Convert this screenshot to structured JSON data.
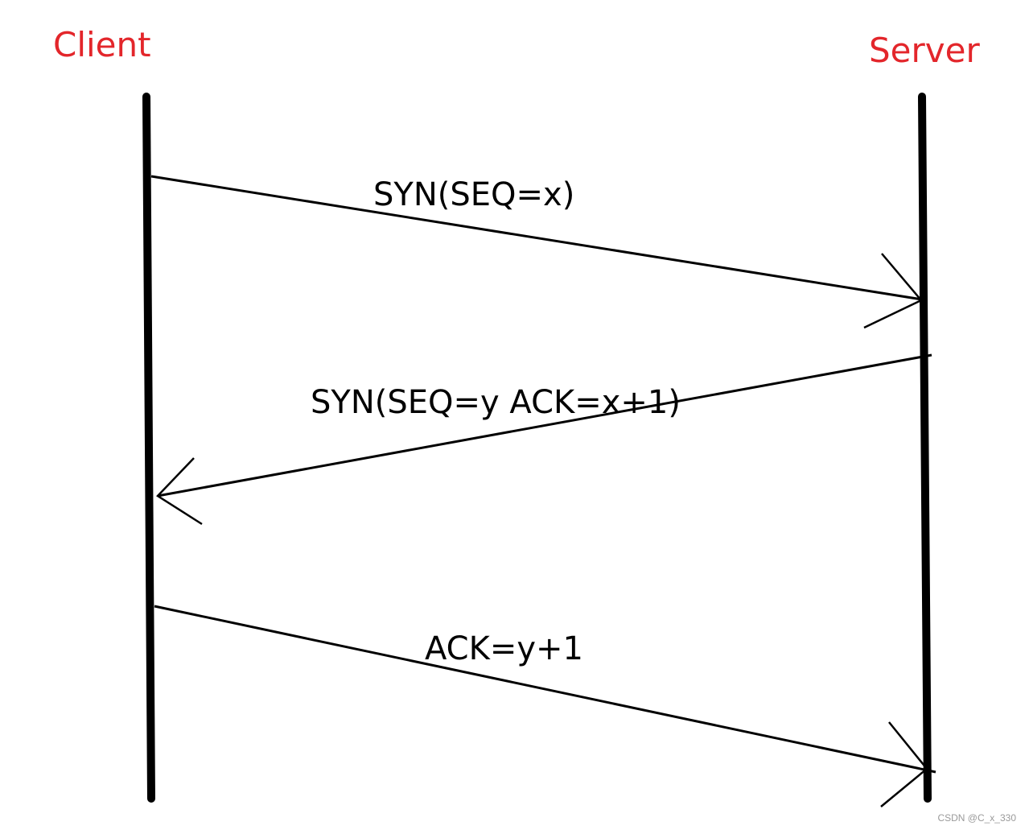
{
  "diagram": {
    "client_label": "Client",
    "server_label": "Server",
    "messages": [
      {
        "label": "SYN(SEQ=x)",
        "direction": "client-to-server"
      },
      {
        "label": "SYN(SEQ=y ACK=x+1)",
        "direction": "server-to-client"
      },
      {
        "label": "ACK=y+1",
        "direction": "client-to-server"
      }
    ]
  },
  "colors": {
    "party_label": "#e3262b",
    "line": "#000000"
  },
  "watermark": "CSDN @C_x_330"
}
